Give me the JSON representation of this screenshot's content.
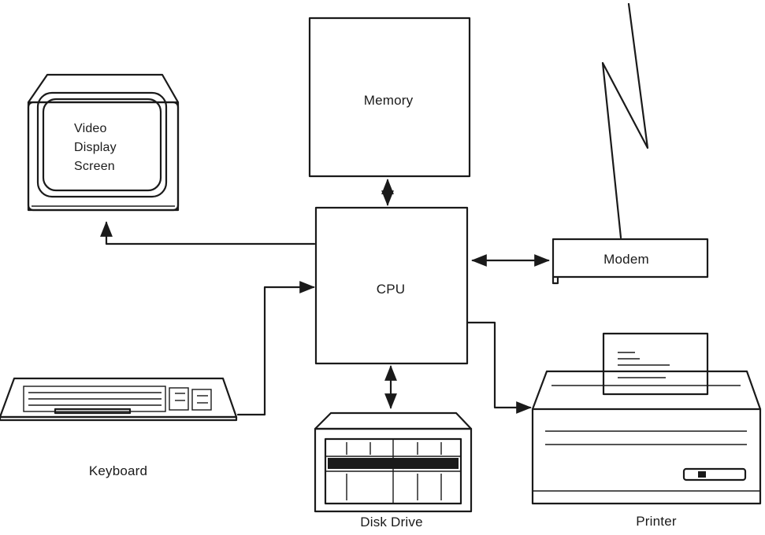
{
  "diagram": {
    "labels": {
      "memory": "Memory",
      "cpu": "CPU",
      "modem": "Modem",
      "keyboard": "Keyboard",
      "disk_drive": "Disk Drive",
      "printer": "Printer",
      "video_display": [
        "Video",
        "Display",
        "Screen"
      ]
    },
    "links": [
      {
        "from": "Memory",
        "to": "CPU",
        "direction": "bidirectional"
      },
      {
        "from": "CPU",
        "to": "Video Display Screen",
        "direction": "to"
      },
      {
        "from": "Keyboard",
        "to": "CPU",
        "direction": "to"
      },
      {
        "from": "CPU",
        "to": "Modem",
        "direction": "bidirectional"
      },
      {
        "from": "CPU",
        "to": "Disk Drive",
        "direction": "bidirectional"
      },
      {
        "from": "CPU",
        "to": "Printer",
        "direction": "to"
      }
    ]
  }
}
